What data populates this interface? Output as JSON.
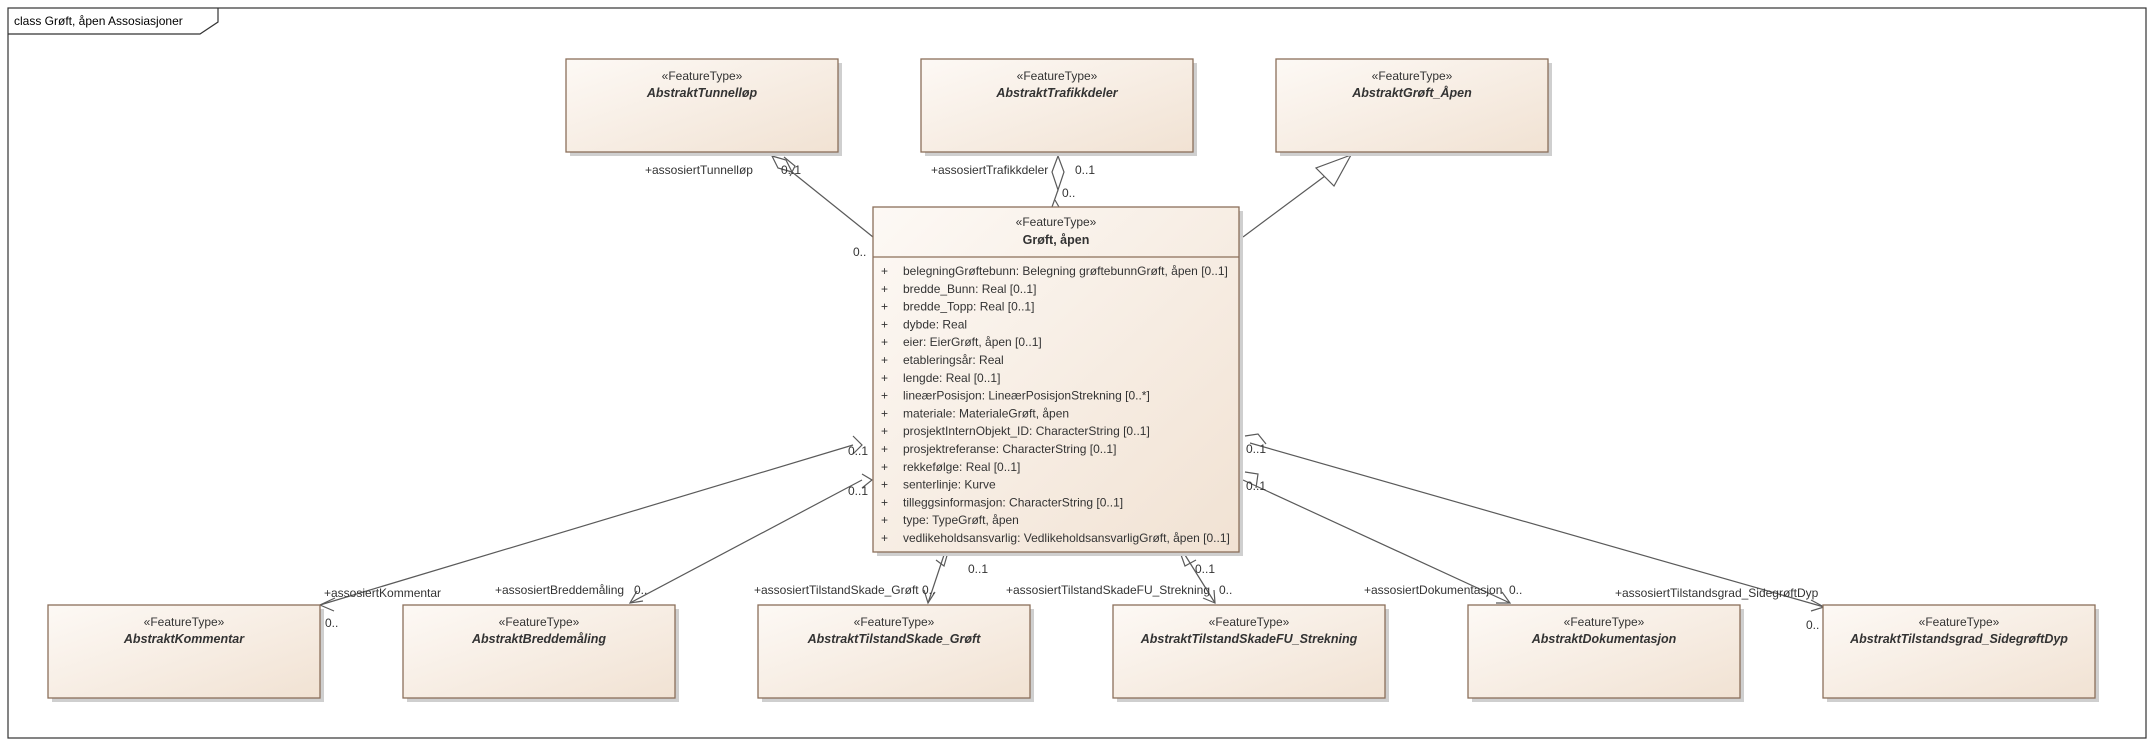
{
  "diagram": {
    "title": "class Grøft, åpen Assosiasjoner"
  },
  "classes": {
    "tunnel": {
      "stereotype": "«FeatureType»",
      "name": "AbstraktTunnelløp"
    },
    "trafikk": {
      "stereotype": "«FeatureType»",
      "name": "AbstraktTrafikkdeler"
    },
    "groft_apen": {
      "stereotype": "«FeatureType»",
      "name": "AbstraktGrøft_Åpen"
    },
    "main": {
      "stereotype": "«FeatureType»",
      "name": "Grøft, åpen",
      "attributes": [
        {
          "vis": "+",
          "text": "belegningGrøftebunn: Belegning grøftebunnGrøft, åpen [0..1]"
        },
        {
          "vis": "+",
          "text": "bredde_Bunn: Real [0..1]"
        },
        {
          "vis": "+",
          "text": "bredde_Topp: Real [0..1]"
        },
        {
          "vis": "+",
          "text": "dybde: Real"
        },
        {
          "vis": "+",
          "text": "eier: EierGrøft, åpen [0..1]"
        },
        {
          "vis": "+",
          "text": "etableringsår: Real"
        },
        {
          "vis": "+",
          "text": "lengde: Real [0..1]"
        },
        {
          "vis": "+",
          "text": "lineærPosisjon: LineærPosisjonStrekning [0..*]"
        },
        {
          "vis": "+",
          "text": "materiale: MaterialeGrøft, åpen"
        },
        {
          "vis": "+",
          "text": "prosjektInternObjekt_ID: CharacterString [0..1]"
        },
        {
          "vis": "+",
          "text": "prosjektreferanse: CharacterString [0..1]"
        },
        {
          "vis": "+",
          "text": "rekkefølge: Real [0..1]"
        },
        {
          "vis": "+",
          "text": "senterlinje: Kurve"
        },
        {
          "vis": "+",
          "text": "tilleggsinformasjon: CharacterString [0..1]"
        },
        {
          "vis": "+",
          "text": "type: TypeGrøft, åpen"
        },
        {
          "vis": "+",
          "text": "vedlikeholdsansvarlig: VedlikeholdsansvarligGrøft, åpen [0..1]"
        }
      ]
    },
    "kommentar": {
      "stereotype": "«FeatureType»",
      "name": "AbstraktKommentar"
    },
    "breddemaling": {
      "stereotype": "«FeatureType»",
      "name": "AbstraktBreddemåling"
    },
    "tilstand_groft": {
      "stereotype": "«FeatureType»",
      "name": "AbstraktTilstandSkade_Grøft"
    },
    "tilstand_fu": {
      "stereotype": "«FeatureType»",
      "name": "AbstraktTilstandSkadeFU_Strekning"
    },
    "dokumentasjon": {
      "stereotype": "«FeatureType»",
      "name": "AbstraktDokumentasjon"
    },
    "sidegroft": {
      "stereotype": "«FeatureType»",
      "name": "AbstraktTilstandsgrad_SidegrøftDyp"
    }
  },
  "associations": {
    "tunnel": {
      "role": "+assosiertTunnelløp",
      "mult_target": "0..1",
      "mult_source": "0.."
    },
    "trafikk": {
      "role": "+assosiertTrafikkdeler",
      "mult_target": "0..1",
      "mult_source": "0.."
    },
    "kommentar": {
      "role": "+assosiertKommentar",
      "mult_target": "0..",
      "mult_source": "0..1"
    },
    "breddemaling": {
      "role": "+assosiertBreddemåling",
      "mult_target": "0..",
      "mult_source": "0..1"
    },
    "tilstand_groft": {
      "role": "+assosiertTilstandSkade_Grøft",
      "mult_target": "0..",
      "mult_source": "0..1"
    },
    "tilstand_fu": {
      "role": "+assosiertTilstandSkadeFU_Strekning",
      "mult_target": "0..",
      "mult_source": "0..1"
    },
    "dokumentasjon": {
      "role": "+assosiertDokumentasjon",
      "mult_target": "0..",
      "mult_source": "0..1"
    },
    "sidegroft": {
      "role": "+assosiertTilstandsgrad_SidegrøftDyp",
      "mult_target": "0..",
      "mult_source": "0..1"
    }
  },
  "colors": {
    "box_fill_top": "#fdf8f3",
    "box_fill_bottom": "#f3e5d8",
    "box_border": "#8b6f5a",
    "line": "#5a5a5a"
  }
}
